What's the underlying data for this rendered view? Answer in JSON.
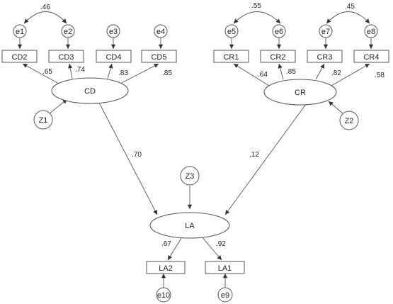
{
  "diagram": {
    "latent": {
      "cd": "CD",
      "cr": "CR",
      "la": "LA"
    },
    "disturbances": {
      "z1": "Z1",
      "z2": "Z2",
      "z3": "Z3"
    },
    "indicators": {
      "cd2": "CD2",
      "cd3": "CD3",
      "cd4": "CD4",
      "cd5": "CD5",
      "cr1": "CR1",
      "cr2": "CR2",
      "cr3": "CR3",
      "cr4": "CR4",
      "la2": "LA2",
      "la1": "LA1"
    },
    "errors": {
      "e1": "e1",
      "e2": "e2",
      "e3": "e3",
      "e4": "e4",
      "e5": "e5",
      "e6": "e6",
      "e7": "e7",
      "e8": "e8",
      "e9": "e9",
      "e10": "e10"
    },
    "covariances": {
      "e1_e2": ".46",
      "e5_e6": ".55",
      "e7_e8": ".45"
    },
    "loadings": {
      "cd_cd2": ".65",
      "cd_cd3": ".74",
      "cd_cd4": ".83",
      "cd_cd5": ".85",
      "cr_cr1": ".64",
      "cr_cr2": ".85",
      "cr_cr3": ".82",
      "cr_cr4": ".58",
      "la_la2": ".67",
      "la_la1": ".92"
    },
    "paths": {
      "cd_la": ".70",
      "cr_la": ".12"
    }
  }
}
